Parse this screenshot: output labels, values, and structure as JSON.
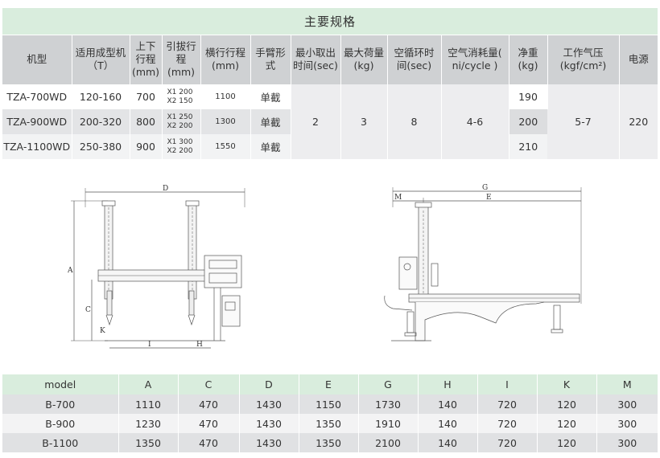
{
  "spec_table": {
    "title": "主要规格",
    "headers": [
      "机型",
      "适用成型机（T）",
      "上下行程(mm)",
      "引拔行程(mm)",
      "横行行程(mm)",
      "手臂形式",
      "最小取出时间(sec)",
      "最大荷量(kg)",
      "空循环时间(sec)",
      "空气消耗量( ni/cycle )",
      "净重(kg)",
      "工作气压(kgf/cm²)",
      "电源"
    ],
    "rows": [
      {
        "model": "TZA-700WD",
        "machine": "120-160",
        "vertical": "700",
        "stroke_x1": "X1 200",
        "stroke_x2": "X2 150",
        "traverse": "1100",
        "arm": "单截",
        "weight": "190"
      },
      {
        "model": "TZA-900WD",
        "machine": "200-320",
        "vertical": "800",
        "stroke_x1": "X1 250",
        "stroke_x2": "X2 200",
        "traverse": "1300",
        "arm": "单截",
        "weight": "200"
      },
      {
        "model": "TZA-1100WD",
        "machine": "250-380",
        "vertical": "900",
        "stroke_x1": "X1 300",
        "stroke_x2": "X2 200",
        "traverse": "1550",
        "arm": "单截",
        "weight": "210"
      }
    ],
    "shared": {
      "min_takeout_time": "2",
      "max_load": "3",
      "dry_cycle_time": "8",
      "air_consumption": "4-6",
      "air_pressure": "5-7",
      "power": "220"
    }
  },
  "drawing_labels": {
    "front": {
      "D": "D",
      "A": "A",
      "C": "C",
      "K": "K",
      "I": "I",
      "H": "H"
    },
    "side": {
      "G": "G",
      "M": "M",
      "E": "E"
    }
  },
  "model_table": {
    "headers": [
      "model",
      "A",
      "C",
      "D",
      "E",
      "G",
      "H",
      "I",
      "K",
      "M"
    ],
    "rows": [
      [
        "B-700",
        "1110",
        "470",
        "1430",
        "1150",
        "1730",
        "140",
        "720",
        "120",
        "300"
      ],
      [
        "B-900",
        "1230",
        "470",
        "1430",
        "1350",
        "1910",
        "140",
        "720",
        "120",
        "300"
      ],
      [
        "B-1100",
        "1350",
        "470",
        "1430",
        "1350",
        "2100",
        "140",
        "720",
        "120",
        "300"
      ]
    ]
  }
}
